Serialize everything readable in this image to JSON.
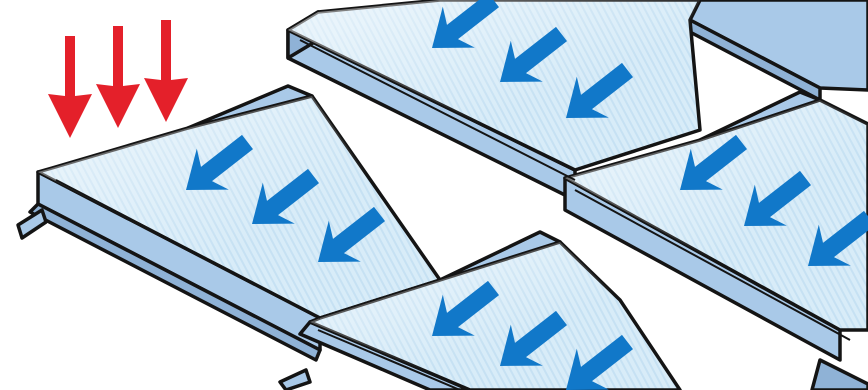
{
  "diagram": {
    "colors": {
      "outline": "#141414",
      "panel_fill": "#d8ecf8",
      "panel_fill_light": "#eef7fd",
      "panel_stripe": "#b9d9ef",
      "frame_fill": "#a9c9e8",
      "frame_shadow": "#8fb2d6",
      "arrow_blue": "#1178c9",
      "arrow_red": "#e4202a",
      "background": "#ffffff"
    },
    "icons": {
      "incoming_arrows": "down-arrow-icon",
      "panel_arrows": "diagonal-down-left-arrow-icon"
    },
    "red_arrow_count": 3,
    "blue_arrow_groups": [
      {
        "panel": "top-center",
        "count": 3
      },
      {
        "panel": "left-front",
        "count": 3
      },
      {
        "panel": "right-front",
        "count": 3
      },
      {
        "panel": "bottom-center",
        "count": 3
      }
    ]
  }
}
